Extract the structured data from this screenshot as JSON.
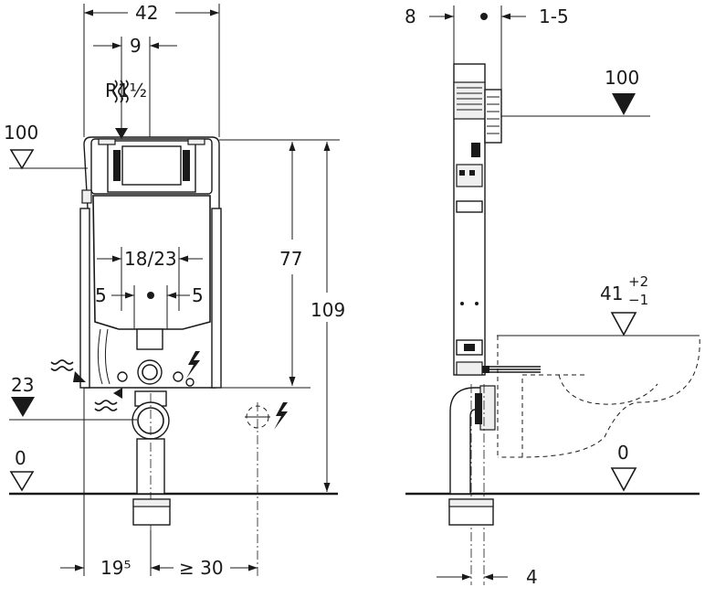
{
  "front_view": {
    "width_overall": "42",
    "supply_offset": "9",
    "thread": "R1½",
    "level_top": "100",
    "height_77": "77",
    "height_total": "109",
    "fix_spacing": "18/23",
    "fix_left": "5",
    "fix_right": "5",
    "level_drain": "23",
    "level_floor": "0",
    "offset_left": "19⁵",
    "offset_power": "≥ 30"
  },
  "side_view": {
    "depth_left": "8",
    "depth_right": "1-5",
    "level_top": "100",
    "bowl_height": "41",
    "bowl_tol_plus": "+2",
    "bowl_tol_minus": "−1",
    "level_floor": "0",
    "pipe_offset": "4"
  }
}
